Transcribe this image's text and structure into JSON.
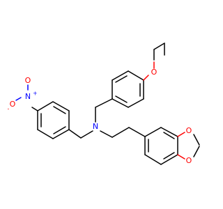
{
  "molecule": {
    "atoms": {
      "nitro_o_top": {
        "symbol": "O",
        "color": "#ff0000"
      },
      "nitro_n": {
        "symbol": "N",
        "charge": "+",
        "color": "#0000ff"
      },
      "nitro_o_minus": {
        "symbol": "O",
        "charge": "-",
        "color": "#ff0000"
      },
      "amine_n": {
        "symbol": "N",
        "color": "#0000ff"
      },
      "ethoxy_o": {
        "symbol": "O",
        "color": "#ff0000"
      },
      "dioxole_o_top": {
        "symbol": "O",
        "color": "#ff0000"
      },
      "dioxole_o_bottom": {
        "symbol": "O",
        "color": "#ff0000"
      }
    },
    "colors": {
      "bond": "#000000",
      "oxygen": "#ff0000",
      "nitrogen": "#0000ff",
      "background": "#ffffff"
    }
  }
}
